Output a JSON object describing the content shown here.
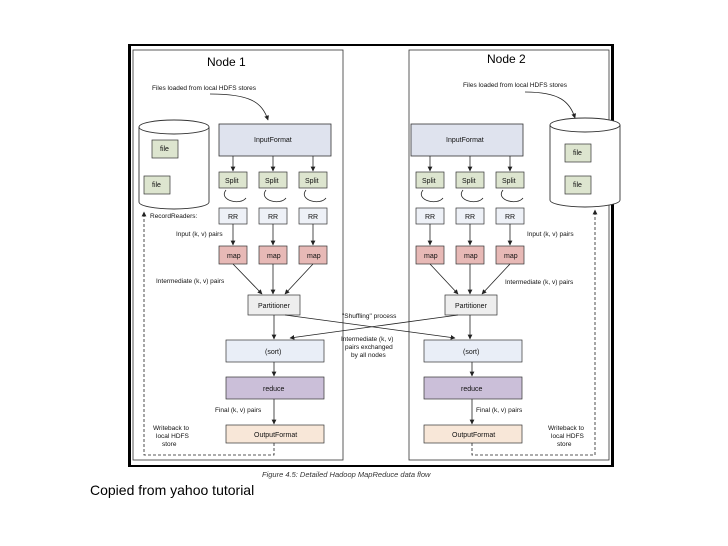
{
  "nodes": {
    "node1_title": "Node 1",
    "node2_title": "Node 2"
  },
  "boxes": {
    "input_format": "InputFormat",
    "split": "Split",
    "rr": "RR",
    "map": "map",
    "partitioner": "Partitioner",
    "sort": "(sort)",
    "reduce": "reduce",
    "output_format": "OutputFormat",
    "file": "file"
  },
  "labels": {
    "files_loaded": "Files loaded from local HDFS stores",
    "record_readers": "RecordReaders:",
    "input_pairs": "Input (k, v) pairs",
    "intermediate_pairs": "Intermediate (k, v) pairs",
    "shuffling": "\"Shuffling\" process",
    "exchanged_1": "Intermediate (k, v)",
    "exchanged_2": "pairs exchanged",
    "exchanged_3": "by all nodes",
    "final_pairs": "Final (k, v) pairs",
    "writeback_1": "Writeback to",
    "writeback_2": "local HDFS",
    "writeback_3": "store"
  },
  "caption": "Figure 4.5: Detailed Hadoop MapReduce data flow",
  "footer": "Copied from yahoo tutorial",
  "colors": {
    "input_format_fill": "#dfe3ee",
    "split_fill": "#dde5cf",
    "rr_fill": "#eef1f7",
    "map_fill": "#e7b9b6",
    "partitioner_fill": "#eeeeee",
    "sort_fill": "#e9eef7",
    "reduce_fill": "#cbbfd9",
    "output_fill": "#f8e7d8",
    "file_fill": "#dde5cf",
    "panel": "#000000"
  }
}
